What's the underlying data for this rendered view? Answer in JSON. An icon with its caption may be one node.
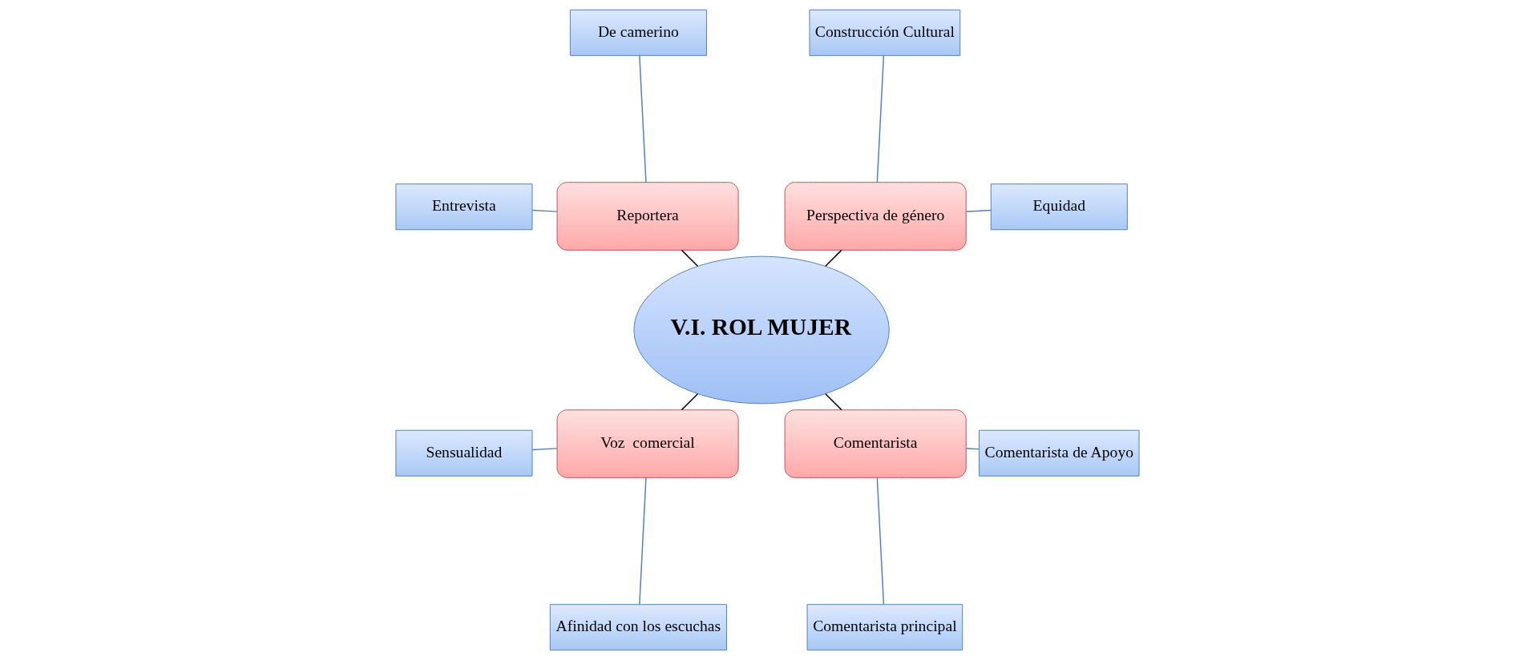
{
  "diagram": {
    "nodes": [
      {
        "text": [
          "V.I. ROL MUJER"
        ]
      },
      {
        "text": [
          "Perspectiva de género"
        ]
      },
      {
        "text": [
          "Equidad"
        ]
      },
      {
        "text": [
          "Construcción Cultural"
        ]
      },
      {
        "text": [
          "Reportera"
        ]
      },
      {
        "text": [
          "De camerino"
        ]
      },
      {
        "text": [
          "Entrevista"
        ]
      },
      {
        "text": [
          "Voz  comercial"
        ]
      },
      {
        "text": [
          "Sensualidad"
        ]
      },
      {
        "text": [
          "Afinidad con los escuchas"
        ]
      },
      {
        "text": [
          "Comentarista"
        ]
      },
      {
        "text": [
          "Comentarista principal"
        ]
      },
      {
        "text": [
          "Comentarista de Apoyo"
        ]
      }
    ],
    "edges": [
      {
        "from": 0,
        "to": 1,
        "arrow": "none",
        "color": "#000000"
      },
      {
        "from": 1,
        "to": 2,
        "arrow": "none"
      },
      {
        "from": 1,
        "to": 3,
        "arrow": "none"
      },
      {
        "from": 0,
        "to": 4,
        "arrow": "none",
        "color": "#000000"
      },
      {
        "from": 4,
        "to": 5,
        "arrow": "none"
      },
      {
        "from": 4,
        "to": 6,
        "arrow": "none"
      },
      {
        "from": 0,
        "to": 7,
        "arrow": "none",
        "color": "#000000"
      },
      {
        "from": 7,
        "to": 8,
        "arrow": "none"
      },
      {
        "from": 7,
        "to": 9,
        "arrow": "none"
      },
      {
        "from": 0,
        "to": 10,
        "arrow": "none",
        "color": "#000000"
      },
      {
        "from": 10,
        "to": 11,
        "arrow": "none"
      },
      {
        "from": 10,
        "to": 12,
        "arrow": "none"
      }
    ]
  }
}
